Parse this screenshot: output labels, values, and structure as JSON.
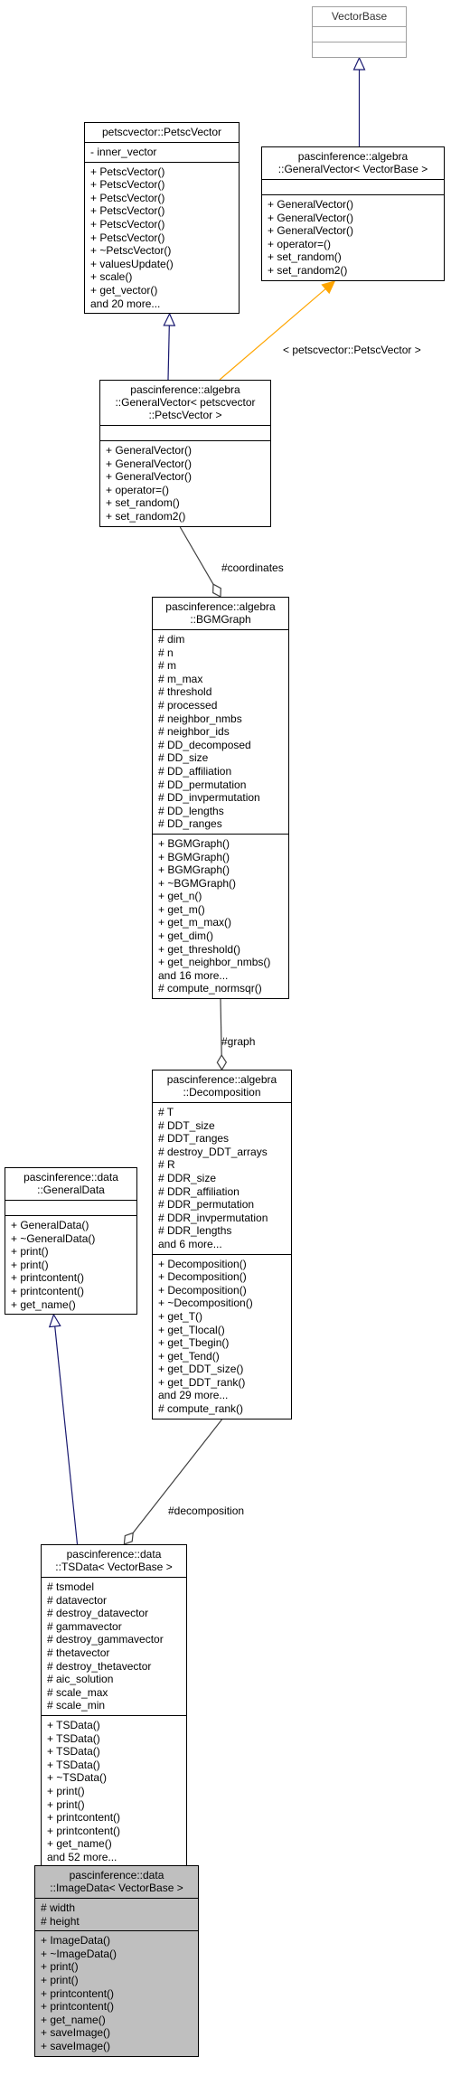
{
  "classes": {
    "vectorbase": {
      "title": [
        "VectorBase"
      ],
      "attributes": [],
      "methods": []
    },
    "petscvector": {
      "title": [
        "petscvector::PetscVector"
      ],
      "attributes": [
        "- inner_vector"
      ],
      "methods": [
        "+ PetscVector()",
        "+ PetscVector()",
        "+ PetscVector()",
        "+ PetscVector()",
        "+ PetscVector()",
        "+ PetscVector()",
        "+ ~PetscVector()",
        "+ valuesUpdate()",
        "+ scale()",
        "+ get_vector()",
        "and 20 more..."
      ]
    },
    "generalvector_base": {
      "title": [
        "pascinference::algebra",
        "::GeneralVector< VectorBase >"
      ],
      "attributes": [],
      "methods": [
        "+ GeneralVector()",
        "+ GeneralVector()",
        "+ GeneralVector()",
        "+ operator=()",
        "+ set_random()",
        "+ set_random2()"
      ]
    },
    "generalvector_petsc": {
      "title": [
        "pascinference::algebra",
        "::GeneralVector< petscvector",
        "::PetscVector >"
      ],
      "attributes": [],
      "methods": [
        "+ GeneralVector()",
        "+ GeneralVector()",
        "+ GeneralVector()",
        "+ operator=()",
        "+ set_random()",
        "+ set_random2()"
      ]
    },
    "bgmgraph": {
      "title": [
        "pascinference::algebra",
        "::BGMGraph"
      ],
      "attributes": [
        "# dim",
        "# n",
        "# m",
        "# m_max",
        "# threshold",
        "# processed",
        "# neighbor_nmbs",
        "# neighbor_ids",
        "# DD_decomposed",
        "# DD_size",
        "# DD_affiliation",
        "# DD_permutation",
        "# DD_invpermutation",
        "# DD_lengths",
        "# DD_ranges"
      ],
      "methods": [
        "+ BGMGraph()",
        "+ BGMGraph()",
        "+ BGMGraph()",
        "+ ~BGMGraph()",
        "+ get_n()",
        "+ get_m()",
        "+ get_m_max()",
        "+ get_dim()",
        "+ get_threshold()",
        "+ get_neighbor_nmbs()",
        "and 16 more...",
        "# compute_normsqr()"
      ]
    },
    "decomposition": {
      "title": [
        "pascinference::algebra",
        "::Decomposition"
      ],
      "attributes": [
        "# T",
        "# DDT_size",
        "# DDT_ranges",
        "# destroy_DDT_arrays",
        "# R",
        "# DDR_size",
        "# DDR_affiliation",
        "# DDR_permutation",
        "# DDR_invpermutation",
        "# DDR_lengths",
        "and 6 more..."
      ],
      "methods": [
        "+ Decomposition()",
        "+ Decomposition()",
        "+ Decomposition()",
        "+ ~Decomposition()",
        "+ get_T()",
        "+ get_Tlocal()",
        "+ get_Tbegin()",
        "+ get_Tend()",
        "+ get_DDT_size()",
        "+ get_DDT_rank()",
        "and 29 more...",
        "# compute_rank()"
      ]
    },
    "generaldata": {
      "title": [
        "pascinference::data",
        "::GeneralData"
      ],
      "attributes": [],
      "methods": [
        "+ GeneralData()",
        "+ ~GeneralData()",
        "+ print()",
        "+ print()",
        "+ printcontent()",
        "+ printcontent()",
        "+ get_name()"
      ]
    },
    "tsdata": {
      "title": [
        "pascinference::data",
        "::TSData< VectorBase >"
      ],
      "attributes": [
        "# tsmodel",
        "# datavector",
        "# destroy_datavector",
        "# gammavector",
        "# destroy_gammavector",
        "# thetavector",
        "# destroy_thetavector",
        "# aic_solution",
        "# scale_max",
        "# scale_min"
      ],
      "methods": [
        "+ TSData()",
        "+ TSData()",
        "+ TSData()",
        "+ TSData()",
        "+ ~TSData()",
        "+ print()",
        "+ print()",
        "+ printcontent()",
        "+ printcontent()",
        "+ get_name()",
        "and 52 more..."
      ]
    },
    "imagedata": {
      "title": [
        "pascinference::data",
        "::ImageData< VectorBase >"
      ],
      "attributes": [
        "# width",
        "# height"
      ],
      "methods": [
        "+ ImageData()",
        "+ ~ImageData()",
        "+ print()",
        "+ print()",
        "+ printcontent()",
        "+ printcontent()",
        "+ get_name()",
        "+ saveImage()",
        "+ saveImage()"
      ]
    }
  },
  "edge_labels": {
    "template": "< petscvector::PetscVector >",
    "coordinates": "#coordinates",
    "graph": "#graph",
    "decomposition": "#decomposition"
  },
  "colors": {
    "inheritance": "#191970",
    "template_instance": "#ffa500",
    "usage": "#404040",
    "focus_fill": "#bfbfbf"
  }
}
